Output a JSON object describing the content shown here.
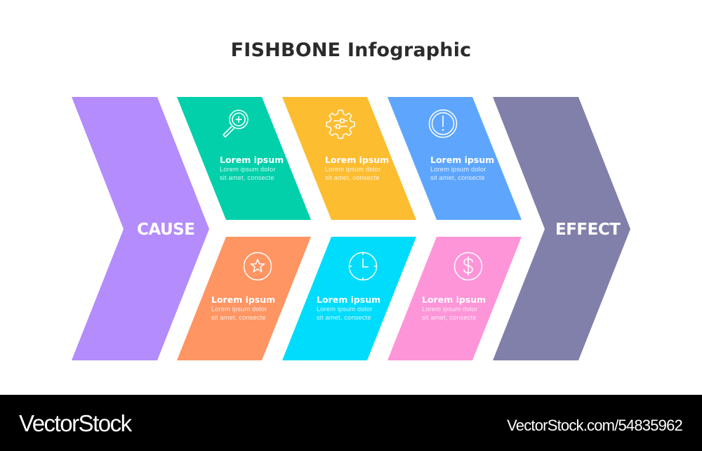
{
  "title": "FISHBONE Infographic",
  "cause": {
    "label": "CAUSE",
    "color": "#b48cfc"
  },
  "effect": {
    "label": "EFFECT",
    "color": "#8180aa"
  },
  "top_cards": [
    {
      "icon": "magnifier-plus-icon",
      "heading": "Lorem ipsum",
      "line1": "Lorem ipsum dolor",
      "line2": "sit amet, consecte",
      "color": "#01d0aa"
    },
    {
      "icon": "gear-sliders-icon",
      "heading": "Lorem ipsum",
      "line1": "Lorem ipsum dolor",
      "line2": "sit amet, consecte",
      "color": "#fdbd31"
    },
    {
      "icon": "exclamation-circle-icon",
      "heading": "Lorem ipsum",
      "line1": "Lorem ipsum dolor",
      "line2": "sit amet, consecte",
      "color": "#5ea6fd"
    }
  ],
  "bottom_cards": [
    {
      "icon": "star-circle-icon",
      "heading": "Lorem ipsum",
      "line1": "Lorem ipsum dolor",
      "line2": "sit amet, consecte",
      "color": "#fe9563"
    },
    {
      "icon": "clock-icon",
      "heading": "Lorem ipsum",
      "line1": "Lorem ipsum dolor",
      "line2": "sit amet, consecte",
      "color": "#00dcfc"
    },
    {
      "icon": "dollar-circle-icon",
      "heading": "Lorem ipsum",
      "line1": "Lorem ipsum dolor",
      "line2": "sit amet, consecte",
      "color": "#fe95d8"
    }
  ],
  "footer": {
    "brand": "VectorStock",
    "reference": "VectorStock.com/54835962"
  }
}
